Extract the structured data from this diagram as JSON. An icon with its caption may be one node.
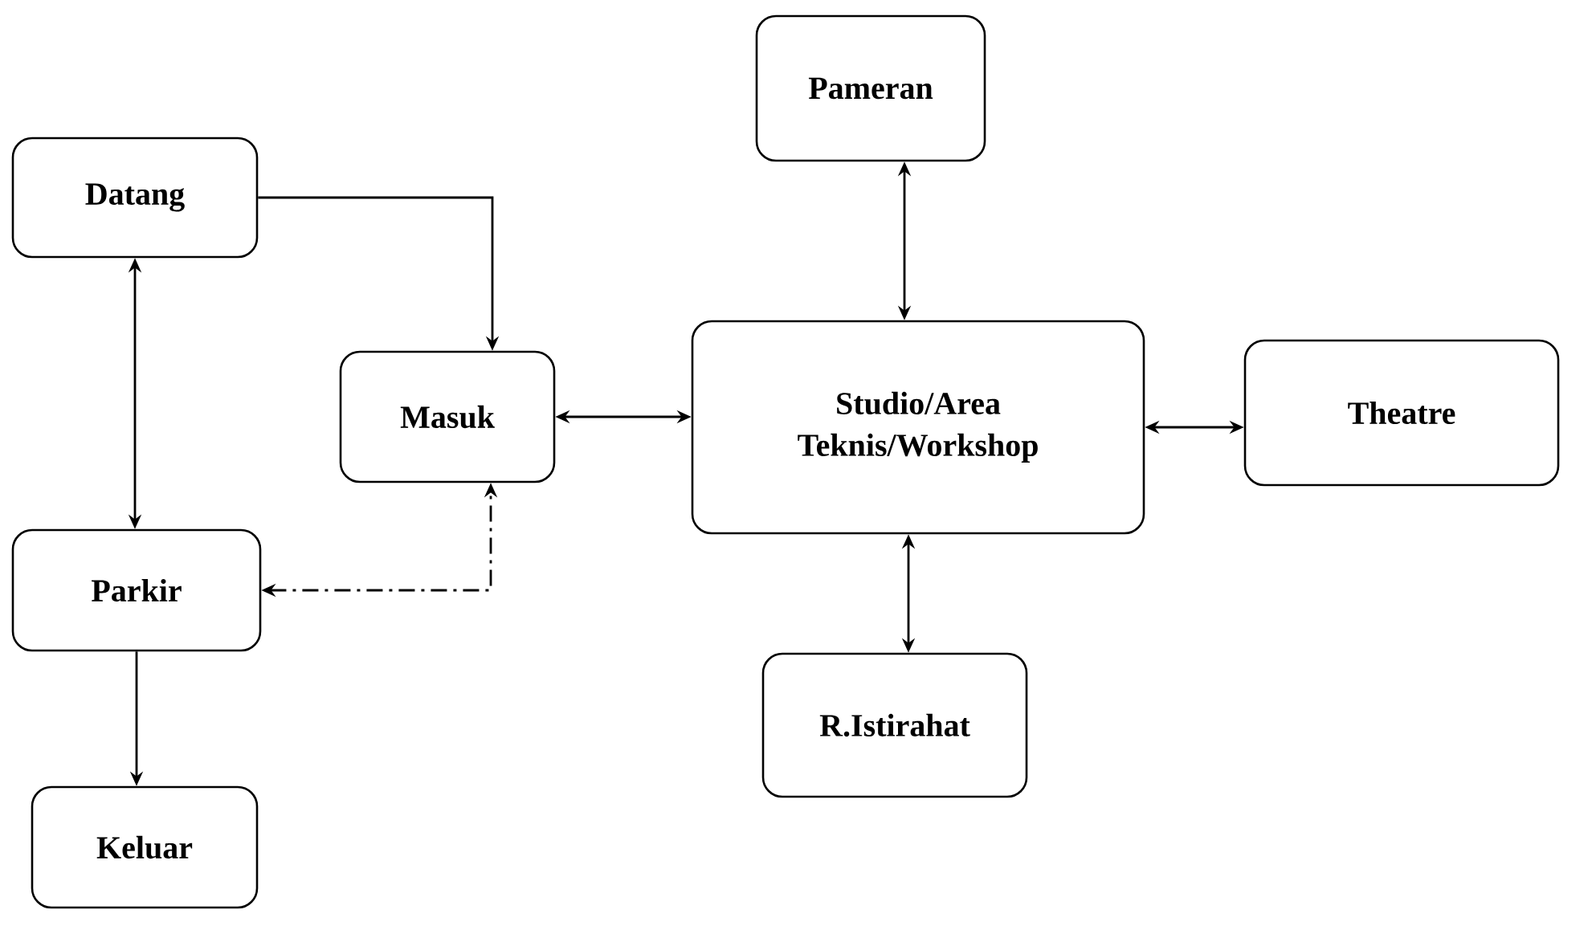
{
  "diagram": {
    "nodes": [
      {
        "text": [
          "Datang"
        ]
      },
      {
        "text": [
          "Pameran"
        ]
      },
      {
        "text": [
          "Masuk"
        ]
      },
      {
        "text": [
          "Studio/Area Teknis/Workshop"
        ]
      },
      {
        "text": [
          "Theatre"
        ]
      },
      {
        "text": [
          "Parkir"
        ]
      },
      {
        "text": [
          "R.Istirahat"
        ]
      },
      {
        "text": [
          "Keluar"
        ]
      }
    ],
    "edges": [
      {
        "from": 0,
        "to": 2,
        "arrow": "to"
      },
      {
        "from": 0,
        "to": 5,
        "arrow": "both"
      },
      {
        "from": 2,
        "to": 3,
        "arrow": "both"
      },
      {
        "from": 1,
        "to": 3,
        "arrow": "both"
      },
      {
        "from": 3,
        "to": 4,
        "arrow": "both"
      },
      {
        "from": 3,
        "to": 6,
        "arrow": "both"
      },
      {
        "from": 5,
        "to": 2,
        "arrow": "both",
        "style": "dashed"
      },
      {
        "from": 5,
        "to": 7,
        "arrow": "to"
      }
    ]
  }
}
